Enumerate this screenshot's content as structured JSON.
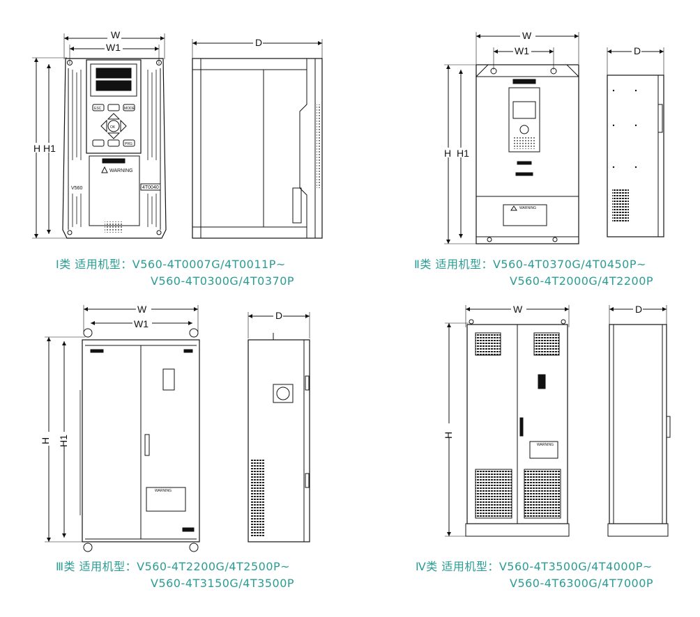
{
  "dims": {
    "w": "W",
    "w1": "W1",
    "h": "H",
    "h1": "H1",
    "d": "D"
  },
  "panel1": {
    "model_badge": "V560",
    "rating_badge": "4T0040",
    "warning_title": "WARNING",
    "keys": {
      "esc": "ESC",
      "mode": "MODE",
      "prg": "PRG",
      "ok": "OK"
    },
    "caption_line1": "Ⅰ类 适用机型：V560-4T0007G/4T0011P~",
    "caption_line2": "V560-4T0300G/4T0370P"
  },
  "panel2": {
    "warning_title": "WARNING",
    "caption_line1": "Ⅱ类 适用机型：V560-4T0370G/4T0450P~",
    "caption_line2": "V560-4T2000G/4T2200P"
  },
  "panel3": {
    "warning_title": "WARNING",
    "caption_line1": "Ⅲ类 适用机型：V560-4T2200G/4T2500P~",
    "caption_line2": "V560-4T3150G/4T3500P"
  },
  "panel4": {
    "warning_title": "WARNING",
    "caption_line1": "Ⅳ类 适用机型：V560-4T3500G/4T4000P~",
    "caption_line2": "V560-4T6300G/4T7000P"
  },
  "colors": {
    "caption": "#2a9c93",
    "line": "#111111"
  }
}
